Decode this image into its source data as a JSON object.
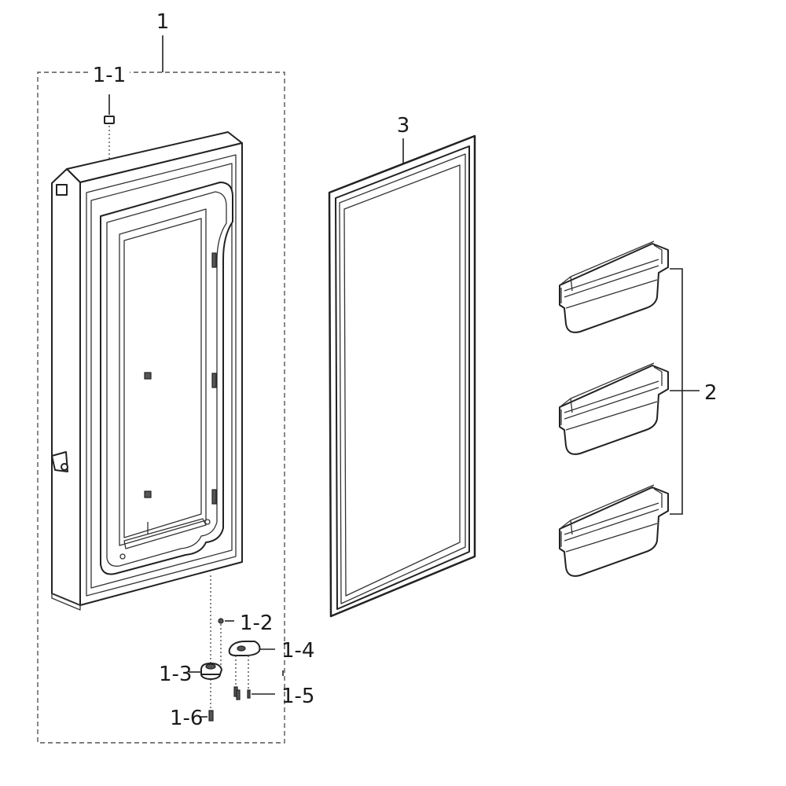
{
  "callouts": {
    "assembly": "1",
    "part_1_1": "1-1",
    "part_1_2": "1-2",
    "part_1_3": "1-3",
    "part_1_4": "1-4",
    "part_1_5": "1-5",
    "part_1_6": "1-6",
    "part_2": "2",
    "part_3": "3"
  }
}
